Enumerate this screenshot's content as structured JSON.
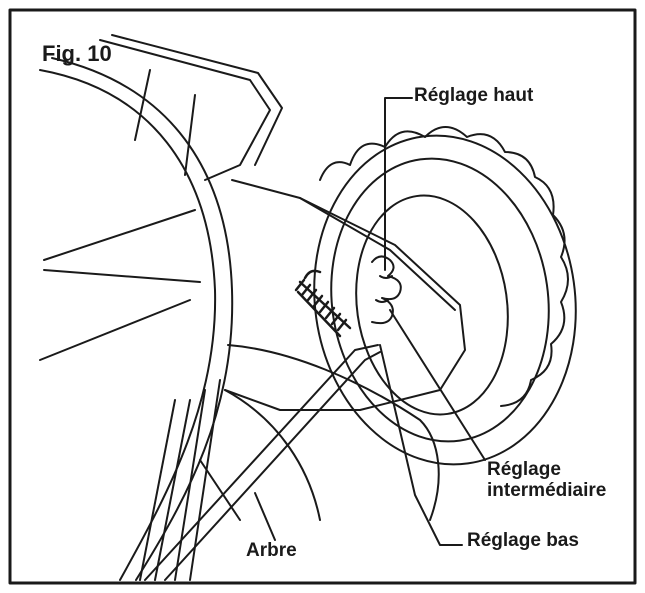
{
  "figure": {
    "title": "Fig. 10",
    "labels": {
      "reglage_haut": "Réglage haut",
      "reglage_intermediaire_line1": "Réglage",
      "reglage_intermediaire_line2": "intermédiaire",
      "reglage_bas": "Réglage bas",
      "arbre": "Arbre"
    },
    "colors": {
      "ink": "#1a1a1a",
      "paper": "#ffffff"
    }
  }
}
